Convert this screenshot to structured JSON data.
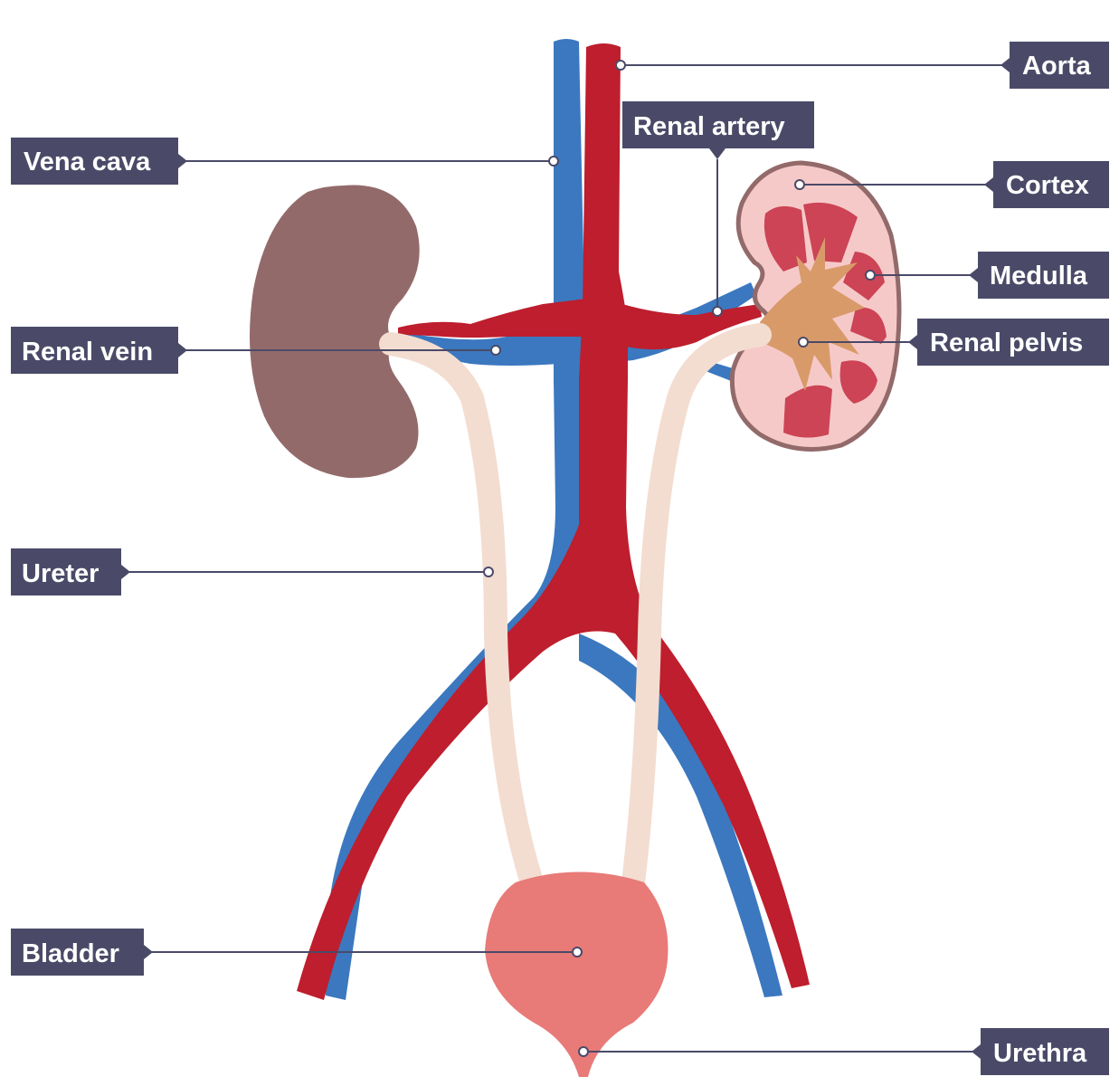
{
  "labels": {
    "aorta": "Aorta",
    "renal_artery": "Renal artery",
    "vena_cava": "Vena cava",
    "cortex": "Cortex",
    "medulla": "Medulla",
    "renal_vein": "Renal vein",
    "renal_pelvis": "Renal pelvis",
    "ureter": "Ureter",
    "bladder": "Bladder",
    "urethra": "Urethra"
  },
  "colors": {
    "artery": "#be1e2d",
    "vein": "#3b78bf",
    "kidney_left": "#936a6a",
    "kidney_cortex": "#f6c9c9",
    "kidney_outline": "#936a6a",
    "medulla": "#cc4455",
    "pelvis": "#d99a6a",
    "ureter": "#f3ddd0",
    "bladder": "#e87a78",
    "label_background": "#4a4a68",
    "label_text": "#ffffff"
  }
}
